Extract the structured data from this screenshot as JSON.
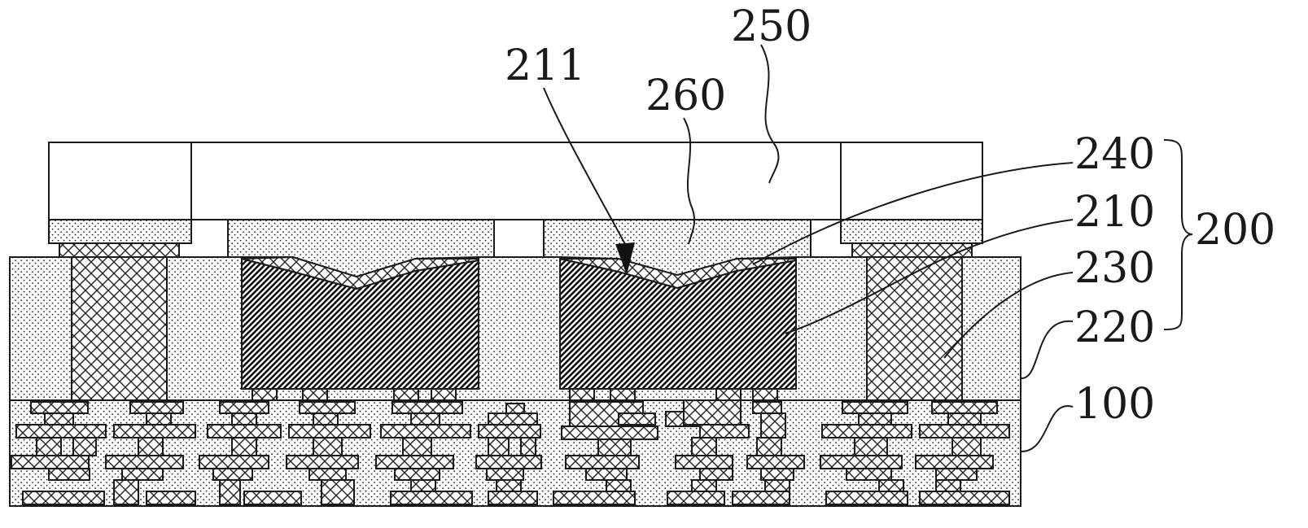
{
  "labels": {
    "l250": "250",
    "l211": "211",
    "l260": "260",
    "l240": "240",
    "l210": "210",
    "l230": "230",
    "l200": "200",
    "l220": "220",
    "l100": "100"
  },
  "colors": {
    "line": "#1a1a1a",
    "background": "#ffffff"
  }
}
